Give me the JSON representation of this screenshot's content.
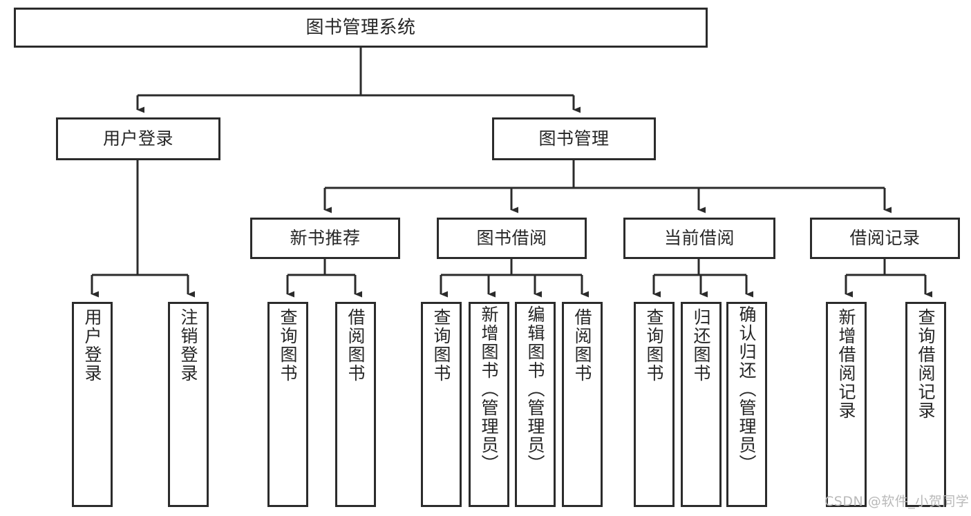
{
  "diagram": {
    "title": "图书管理系统",
    "watermark": "CSDN @软件_小贺同学",
    "colors": {
      "border": "#2b2b2b",
      "background": "#ffffff",
      "text": "#262626",
      "watermark": "#b9b9b9"
    },
    "root": {
      "label": "图书管理系统"
    },
    "level2": [
      {
        "label": "用户登录"
      },
      {
        "label": "图书管理"
      }
    ],
    "level3": [
      {
        "label": "新书推荐"
      },
      {
        "label": "图书借阅"
      },
      {
        "label": "当前借阅"
      },
      {
        "label": "借阅记录"
      }
    ],
    "leaves": {
      "user_login": [
        {
          "label": "用户登录"
        },
        {
          "label": "注销登录"
        }
      ],
      "new_book": [
        {
          "label": "查询图书"
        },
        {
          "label": "借阅图书"
        }
      ],
      "borrow": [
        {
          "label": "查询图书"
        },
        {
          "label": "新增图书（管理员）"
        },
        {
          "label": "编辑图书（管理员）"
        },
        {
          "label": "借阅图书"
        }
      ],
      "current": [
        {
          "label": "查询图书"
        },
        {
          "label": "归还图书"
        },
        {
          "label": "确认归还（管理员）"
        }
      ],
      "records": [
        {
          "label": "新增借阅记录"
        },
        {
          "label": "查询借阅记录"
        }
      ]
    }
  }
}
